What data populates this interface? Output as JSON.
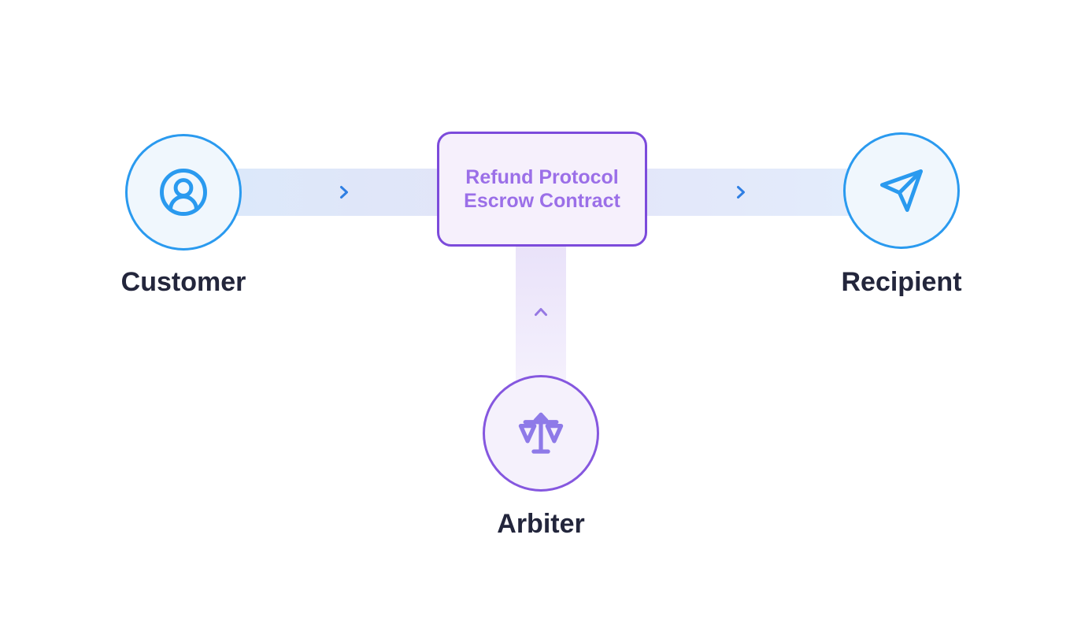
{
  "diagram": {
    "nodes": {
      "customer": {
        "label": "Customer",
        "icon": "user-circle-icon"
      },
      "contract": {
        "title_line1": "Refund Protocol",
        "title_line2": "Escrow Contract"
      },
      "recipient": {
        "label": "Recipient",
        "icon": "send-icon"
      },
      "arbiter": {
        "label": "Arbiter",
        "icon": "scale-icon"
      }
    },
    "connections": [
      {
        "from": "customer",
        "to": "contract",
        "arrow": "right"
      },
      {
        "from": "contract",
        "to": "recipient",
        "arrow": "right"
      },
      {
        "from": "arbiter",
        "to": "contract",
        "arrow": "up"
      }
    ]
  },
  "colors": {
    "background": "#FFFFFF",
    "blue": "#2A9AEF",
    "blue_fill": "#F0F7FD",
    "chevron_blue": "#2F7FE3",
    "purple_border": "#7C4BDB",
    "purple_border_circle": "#8557DF",
    "box_fill": "#F6F0FC",
    "box_text": "#9B6FE8",
    "purple_fill": "#F5F1FC",
    "scale_icon": "#8E7AE8",
    "chevron_purple": "#9678E3",
    "label": "#23263C",
    "band_left": "#DBE9FA",
    "band_mid": "#E3E4F8",
    "band_right": "#E3EDFC",
    "vband_top": "#E9E2F9",
    "vband_bottom": "#F5F1FD"
  }
}
